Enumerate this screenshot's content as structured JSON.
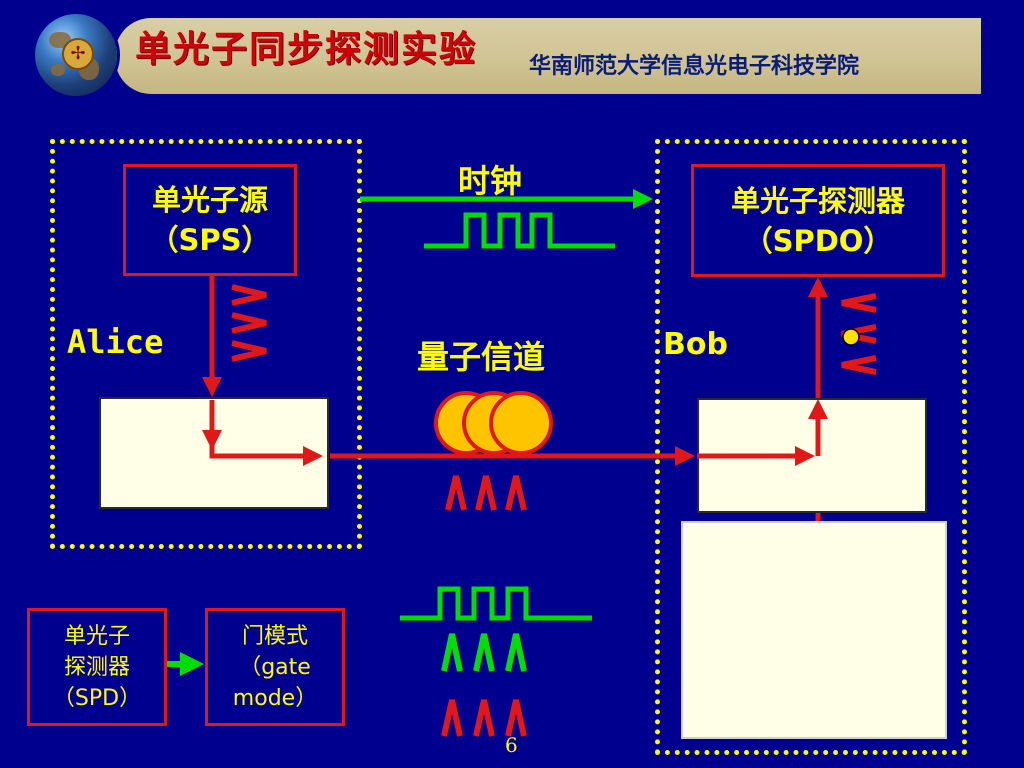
{
  "header": {
    "title": "单光子同步探测实验",
    "institution": "华南师范大学信息光电子科技学院"
  },
  "alice": {
    "label": "Alice",
    "source_line1": "单光子源",
    "source_line2": "（SPS）"
  },
  "bob": {
    "label": "Bob",
    "detector_line1": "单光子探测器",
    "detector_line2": "（SPDO）"
  },
  "channels": {
    "clock_label": "时钟",
    "quantum_channel_label": "量子信道"
  },
  "legend": {
    "spd_lines": [
      "单光子",
      "探测器",
      "（SPD）"
    ],
    "gate_lines": [
      "门模式",
      "（gate",
      "mode）"
    ]
  },
  "page_number": "6",
  "colors": {
    "background": "#00008f",
    "title_red": "#d0000b",
    "box_red": "#e01818",
    "label_yellow": "#ffff00",
    "signal_green": "#00dd00",
    "photon_orange": "#ffc400"
  }
}
